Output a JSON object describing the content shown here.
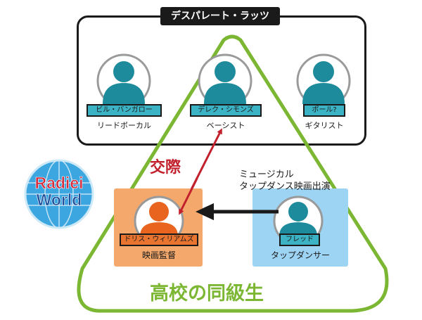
{
  "band": {
    "title": "デスパレート・ラッツ",
    "members": [
      {
        "name": "ビル・バンガロー",
        "role": "リードボーカル"
      },
      {
        "name": "デレク・シモンズ",
        "role": "ベーシスト"
      },
      {
        "name": "ポール?",
        "role": "ギタリスト"
      }
    ]
  },
  "director": {
    "name": "ドリス・ウィリアムズ",
    "role": "映画監督"
  },
  "dancer": {
    "name": "フレッド",
    "role": "タップダンサー"
  },
  "relations": {
    "kousai": "交際",
    "musical_line1": "ミュージカル",
    "musical_line2": "タップダンス映画出演",
    "school": "高校の同級生"
  },
  "logo": {
    "line1": "Radiei",
    "line2": "World"
  },
  "colors": {
    "member_blue": "#1d8b9b",
    "director_orange": "#e8641f",
    "triangle_green": "#7cb734",
    "relation_red": "#c2202c"
  }
}
